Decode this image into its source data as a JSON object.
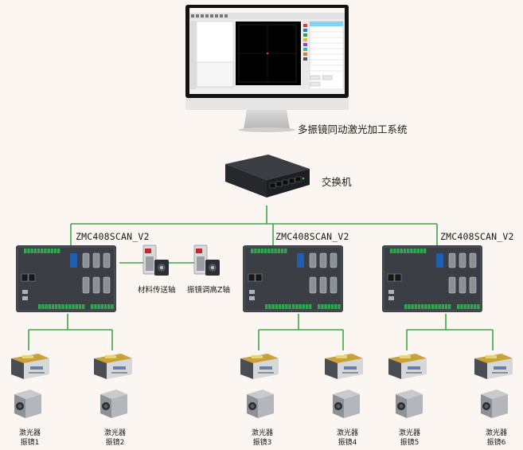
{
  "colors": {
    "link": "#3fa548",
    "background": "#fbf6f1",
    "controller_body": "#3b3f45",
    "terminal_green": "#2fa84f",
    "accent_blue": "#1f5fb0"
  },
  "computer": {
    "label": "多振镜同动激光加工系统"
  },
  "switch": {
    "label": "交换机"
  },
  "controllers": [
    {
      "label": "ZMC408SCAN_V2"
    },
    {
      "label": "ZMC408SCAN_V2"
    },
    {
      "label": "ZMC408SCAN_V2"
    }
  ],
  "servos": [
    {
      "label": "材料传送轴"
    },
    {
      "label": "振镜调高Z轴"
    }
  ],
  "laser_units": [
    {
      "laser_label": "激光器",
      "galvo_label": "振镜1"
    },
    {
      "laser_label": "激光器",
      "galvo_label": "振镜2"
    },
    {
      "laser_label": "激光器",
      "galvo_label": "振镜3"
    },
    {
      "laser_label": "激光器",
      "galvo_label": "振镜4"
    },
    {
      "laser_label": "激光器",
      "galvo_label": "振镜5"
    },
    {
      "laser_label": "激光器",
      "galvo_label": "振镜6"
    }
  ]
}
